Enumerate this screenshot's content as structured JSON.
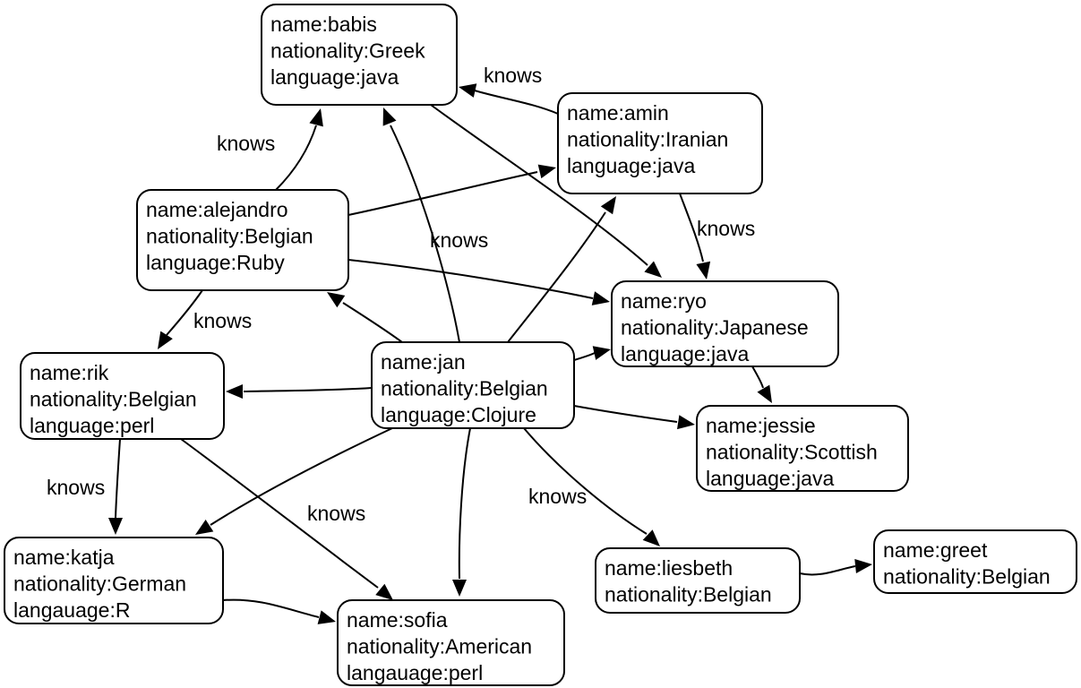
{
  "nodes": [
    {
      "id": "babis",
      "lines": [
        "name:babis",
        "nationality:Greek",
        "language:java"
      ]
    },
    {
      "id": "amin",
      "lines": [
        "name:amin",
        "nationality:Iranian",
        "language:java"
      ]
    },
    {
      "id": "alejandro",
      "lines": [
        "name:alejandro",
        "nationality:Belgian",
        "language:Ruby"
      ]
    },
    {
      "id": "ryo",
      "lines": [
        "name:ryo",
        "nationality:Japanese",
        "language:java"
      ]
    },
    {
      "id": "rik",
      "lines": [
        "name:rik",
        "nationality:Belgian",
        "language:perl"
      ]
    },
    {
      "id": "jan",
      "lines": [
        "name:jan",
        "nationality:Belgian",
        "language:Clojure"
      ]
    },
    {
      "id": "jessie",
      "lines": [
        "name:jessie",
        "nationality:Scottish",
        "language:java"
      ]
    },
    {
      "id": "katja",
      "lines": [
        "name:katja",
        "nationality:German",
        "langauage:R"
      ]
    },
    {
      "id": "sofia",
      "lines": [
        "name:sofia",
        "nationality:American",
        "langauage:perl"
      ]
    },
    {
      "id": "liesbeth",
      "lines": [
        "name:liesbeth",
        "nationality:Belgian"
      ]
    },
    {
      "id": "greet",
      "lines": [
        "name:greet",
        "nationality:Belgian"
      ]
    }
  ],
  "edges": [
    {
      "from": "amin",
      "to": "babis",
      "label": "knows"
    },
    {
      "from": "alejandro",
      "to": "babis",
      "label": "knows"
    },
    {
      "from": "alejandro",
      "to": "amin",
      "label": ""
    },
    {
      "from": "alejandro",
      "to": "ryo",
      "label": ""
    },
    {
      "from": "alejandro",
      "to": "rik",
      "label": "knows"
    },
    {
      "from": "babis",
      "to": "ryo",
      "label": ""
    },
    {
      "from": "amin",
      "to": "ryo",
      "label": "knows"
    },
    {
      "from": "jan",
      "to": "babis",
      "label": "knows"
    },
    {
      "from": "jan",
      "to": "alejandro",
      "label": ""
    },
    {
      "from": "jan",
      "to": "amin",
      "label": ""
    },
    {
      "from": "jan",
      "to": "ryo",
      "label": ""
    },
    {
      "from": "jan",
      "to": "rik",
      "label": ""
    },
    {
      "from": "jan",
      "to": "jessie",
      "label": ""
    },
    {
      "from": "jan",
      "to": "katja",
      "label": ""
    },
    {
      "from": "jan",
      "to": "sofia",
      "label": ""
    },
    {
      "from": "jan",
      "to": "liesbeth",
      "label": "knows"
    },
    {
      "from": "ryo",
      "to": "jessie",
      "label": ""
    },
    {
      "from": "rik",
      "to": "katja",
      "label": "knows"
    },
    {
      "from": "rik",
      "to": "sofia",
      "label": "knows"
    },
    {
      "from": "katja",
      "to": "sofia",
      "label": ""
    },
    {
      "from": "liesbeth",
      "to": "greet",
      "label": ""
    }
  ]
}
